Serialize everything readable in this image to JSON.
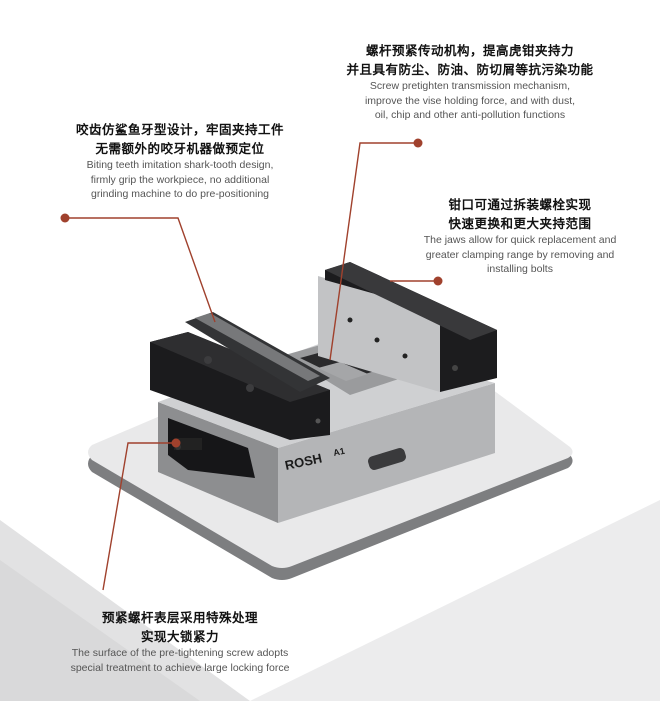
{
  "accent_color": "#a0412d",
  "product": {
    "brand": "ROSH",
    "model": "A1"
  },
  "annotations": {
    "transmission": {
      "zh_line1": "螺杆预紧传动机构，提高虎钳夹持力",
      "zh_line2": "并且具有防尘、防油、防切屑等抗污染功能",
      "en_line1": "Screw pretighten transmission mechanism,",
      "en_line2": "improve the vise holding force, and with dust,",
      "en_line3": "oil, chip and other anti-pollution functions"
    },
    "teeth": {
      "zh_line1": "咬齿仿鲨鱼牙型设计，牢固夹持工件",
      "zh_line2": "无需额外的咬牙机器做预定位",
      "en_line1": "Biting teeth imitation shark-tooth design,",
      "en_line2": "firmly grip the workpiece, no additional",
      "en_line3": "grinding machine to do pre-positioning"
    },
    "jaws": {
      "zh_line1": "钳口可通过拆装螺栓实现",
      "zh_line2": "快速更换和更大夹持范围",
      "en_line1": "The jaws allow for quick replacement and",
      "en_line2": "greater clamping range by removing and",
      "en_line3": "installing bolts"
    },
    "screw": {
      "zh_line1": "预紧螺杆表层采用特殊处理",
      "zh_line2": "实现大锁紧力",
      "en_line1": "The surface of the pre-tightening screw adopts",
      "en_line2": "special treatment to achieve large locking force"
    }
  }
}
